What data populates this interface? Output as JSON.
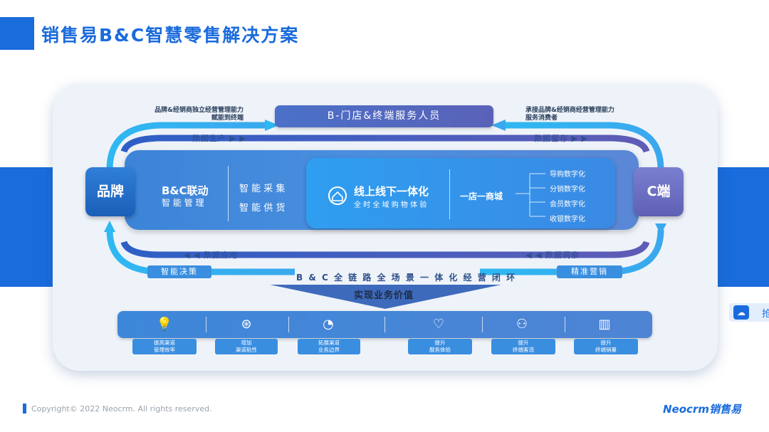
{
  "title": "销售易B&C智慧零售解决方案",
  "side_chip": {
    "icon": "cloud-icon",
    "text": "抢"
  },
  "panel": {
    "note_left": [
      "品牌&经销商独立经营管理能力",
      "赋能到终端"
    ],
    "note_right": [
      "承接品牌&经销商经营管理能力",
      "服务消费者"
    ],
    "top_banner": "B-门店&终端服务人员",
    "flow_top_left": "数据生产 ▶ ▶",
    "flow_top_right": "数据留存 ▶ ▶",
    "flow_bottom_left": "◀ ◀ 数据应用",
    "flow_bottom_right": "◀ ◀ 数据洞察",
    "brand": "品牌",
    "c_end": "C端",
    "bc_title": "B&C联动",
    "bc_sub": "智 能 管 理",
    "func1": "智 能 采 集",
    "func2": "智 能 供 货",
    "center_title": "线上线下一体化",
    "center_sub": "全 时 全 域 购 物 体 验",
    "store": "一店一商城",
    "digital": [
      "导购数字化",
      "分销数字化",
      "会员数字化",
      "收银数字化"
    ],
    "tag_left": "智能决策",
    "tag_right": "精准营销",
    "loop_title": "B & C 全 链 路 全 场 景 一 体 化 经 营 闭 环",
    "value_text": "实现业务价值"
  },
  "values": [
    {
      "icon": "lightbulb-icon",
      "label": [
        "提高渠道",
        "管理效率"
      ]
    },
    {
      "icon": "network-icon",
      "label": [
        "增加",
        "渠道粘性"
      ]
    },
    {
      "icon": "gauge-icon",
      "label": [
        "拓展渠道",
        "业务边界"
      ]
    },
    {
      "icon": "heart-icon",
      "label": [
        "提升",
        "服务体验"
      ]
    },
    {
      "icon": "users-icon",
      "label": [
        "提升",
        "终端客流"
      ]
    },
    {
      "icon": "chart-icon",
      "label": [
        "提升",
        "终端销量"
      ]
    }
  ],
  "footer": {
    "copyright": "Copyright© 2022 Neocrm. All rights reserved.",
    "logo": "Neocrm销售易"
  },
  "colors": {
    "primary": "#1a6bdc",
    "c_end": "#6a6cc0",
    "arc_light": "#2fb3f0"
  }
}
